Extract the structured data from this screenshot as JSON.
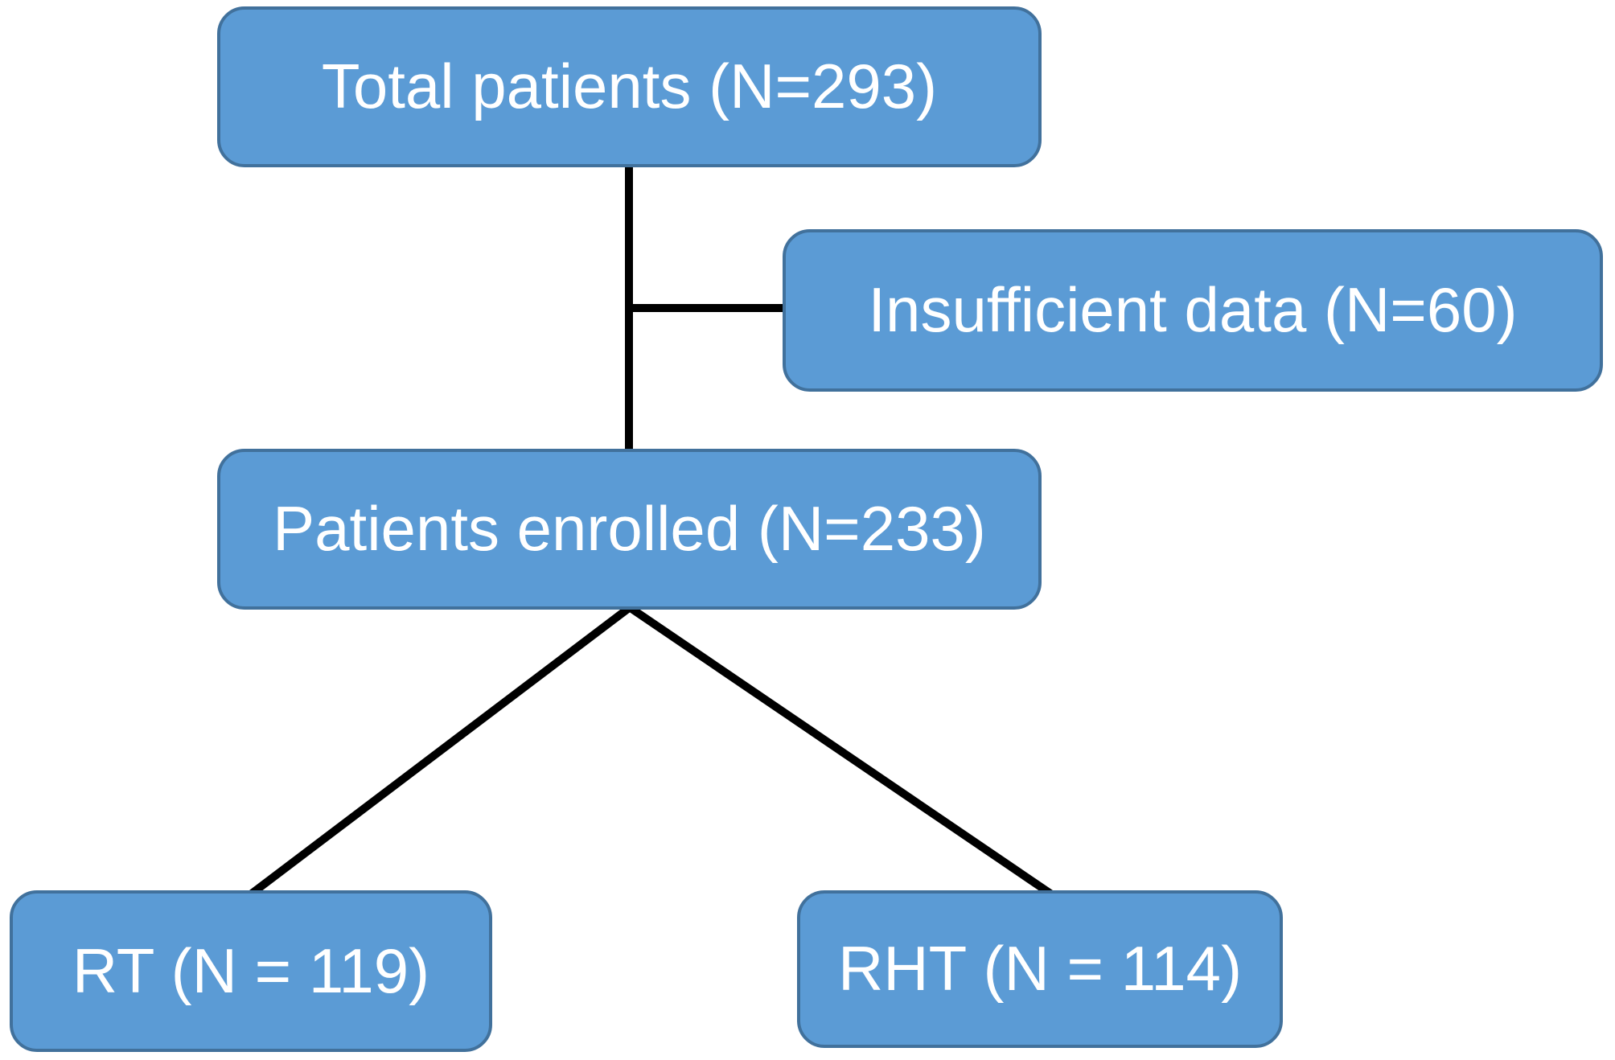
{
  "diagram": {
    "kind": "patient-enrollment-flowchart",
    "nodes": [
      {
        "id": "total",
        "label": "Total patients (N=293)"
      },
      {
        "id": "insufficient",
        "label": "Insufficient data (N=60)"
      },
      {
        "id": "enrolled",
        "label": "Patients enrolled (N=233)"
      },
      {
        "id": "rt",
        "label": "RT (N = 119)"
      },
      {
        "id": "rht",
        "label": "RHT (N = 114)"
      }
    ],
    "edges": [
      {
        "from": "total",
        "to": "enrolled",
        "style": "vertical-line"
      },
      {
        "from": "total",
        "to": "insufficient",
        "style": "horizontal-branch"
      },
      {
        "from": "enrolled",
        "to": "rt",
        "style": "diagonal-line"
      },
      {
        "from": "enrolled",
        "to": "rht",
        "style": "diagonal-line"
      }
    ],
    "colors": {
      "node_fill": "#5b9bd5",
      "node_border": "#41719c",
      "node_text": "#ffffff",
      "connector": "#000000",
      "background": "#ffffff"
    }
  }
}
